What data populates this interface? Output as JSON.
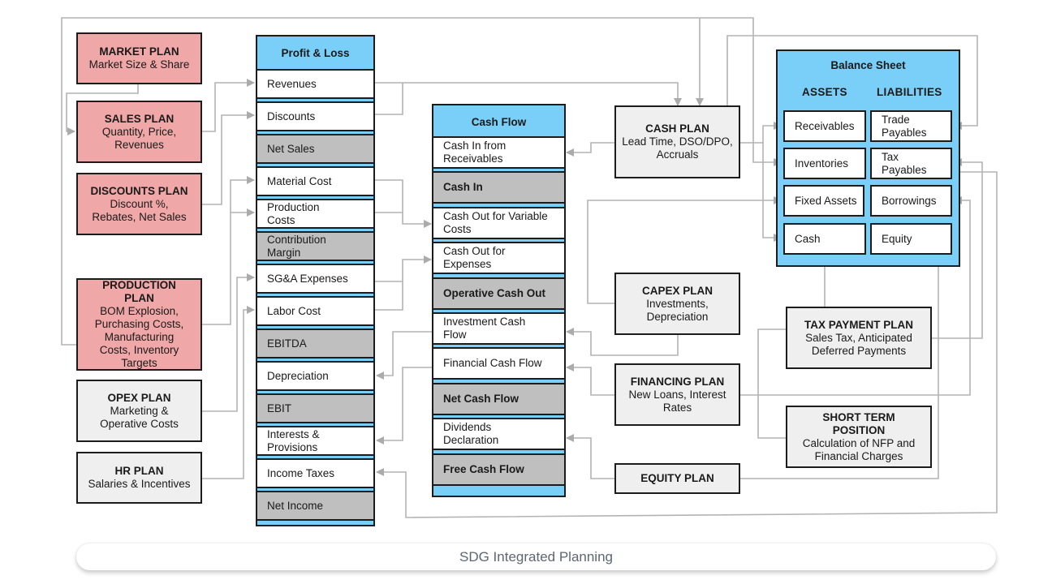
{
  "diagram": {
    "footer_title": "SDG Integrated Planning",
    "colors": {
      "statement_blue": "#79cff7",
      "input_plan_red": "#f0a7a7",
      "plan_grey": "#efefef",
      "subtotal_grey": "#bfbfbf",
      "connector_grey": "#b3b3b3",
      "border": "#1c1c1c"
    },
    "left_plans": [
      {
        "id": "market",
        "title": "MARKET PLAN",
        "desc": "Market Size & Share",
        "style": "red"
      },
      {
        "id": "sales",
        "title": "SALES PLAN",
        "desc": "Quantity, Price, Revenues",
        "style": "red"
      },
      {
        "id": "discounts",
        "title": "DISCOUNTS PLAN",
        "desc": "Discount %, Rebates, Net Sales",
        "style": "red"
      },
      {
        "id": "production",
        "title": "PRODUCTION PLAN",
        "desc": "BOM Explosion, Purchasing Costs, Manufacturing Costs, Inventory Targets",
        "style": "red"
      },
      {
        "id": "opex",
        "title": "OPEX PLAN",
        "desc": "Marketing & Operative Costs",
        "style": "grey"
      },
      {
        "id": "hr",
        "title": "HR PLAN",
        "desc": "Salaries & Incentives",
        "style": "grey"
      }
    ],
    "profit_loss": {
      "title": "Profit & Loss",
      "rows": [
        {
          "label": "Revenues",
          "type": "line"
        },
        {
          "label": "Discounts",
          "type": "line"
        },
        {
          "label": "Net Sales",
          "type": "subtotal"
        },
        {
          "label": "Material Cost",
          "type": "line"
        },
        {
          "label": "Production Costs",
          "type": "line"
        },
        {
          "label": "Contribution Margin",
          "type": "subtotal"
        },
        {
          "label": "SG&A Expenses",
          "type": "line"
        },
        {
          "label": "Labor Cost",
          "type": "line"
        },
        {
          "label": "EBITDA",
          "type": "subtotal"
        },
        {
          "label": "Depreciation",
          "type": "line"
        },
        {
          "label": "EBIT",
          "type": "subtotal"
        },
        {
          "label": "Interests & Provisions",
          "type": "line"
        },
        {
          "label": "Income Taxes",
          "type": "line"
        },
        {
          "label": "Net Income",
          "type": "subtotal"
        }
      ]
    },
    "cash_flow": {
      "title": "Cash Flow",
      "rows": [
        {
          "label": "Cash In from Receivables",
          "type": "line"
        },
        {
          "label": "Cash In",
          "type": "subtotal"
        },
        {
          "label": "Cash Out for Variable Costs",
          "type": "line"
        },
        {
          "label": "Cash Out for Expenses",
          "type": "line"
        },
        {
          "label": "Operative Cash Out",
          "type": "subtotal"
        },
        {
          "label": "Investment Cash Flow",
          "type": "line"
        },
        {
          "label": "Financial Cash Flow",
          "type": "line"
        },
        {
          "label": "Net Cash Flow",
          "type": "subtotal"
        },
        {
          "label": "Dividends Declaration",
          "type": "line"
        },
        {
          "label": "Free Cash Flow",
          "type": "subtotal"
        }
      ]
    },
    "middle_plans": [
      {
        "id": "cash",
        "title": "CASH PLAN",
        "desc": "Lead Time, DSO/DPO, Accruals"
      },
      {
        "id": "capex",
        "title": "CAPEX PLAN",
        "desc": "Investments, Depreciation"
      },
      {
        "id": "financing",
        "title": "FINANCING PLAN",
        "desc": "New Loans, Interest Rates"
      },
      {
        "id": "equity",
        "title": "EQUITY PLAN",
        "desc": ""
      }
    ],
    "balance_sheet": {
      "title": "Balance Sheet",
      "assets_header": "ASSETS",
      "liabilities_header": "LIABILITIES",
      "assets": [
        "Receivables",
        "Inventories",
        "Fixed Assets",
        "Cash"
      ],
      "liabilities": [
        "Trade Payables",
        "Tax Payables",
        "Borrowings",
        "Equity"
      ]
    },
    "right_plans": [
      {
        "id": "tax",
        "title": "TAX PAYMENT PLAN",
        "desc": "Sales Tax, Anticipated Deferred Payments"
      },
      {
        "id": "short_term",
        "title": "SHORT TERM POSITION",
        "desc": "Calculation of NFP and Financial Charges"
      }
    ]
  }
}
